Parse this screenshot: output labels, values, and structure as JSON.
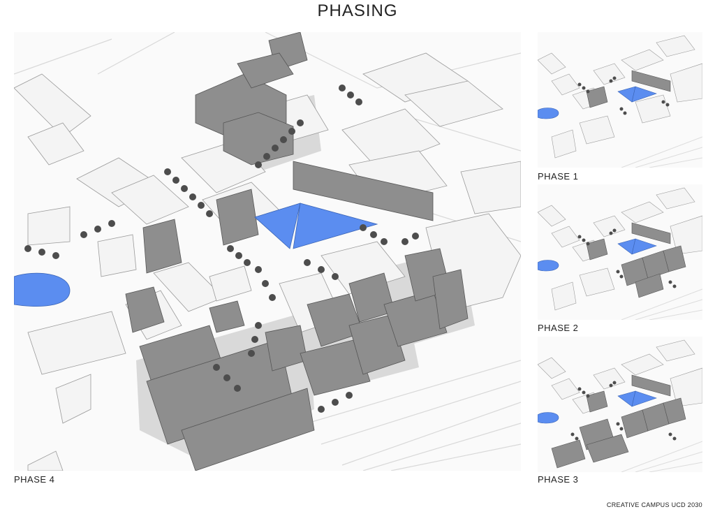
{
  "page": {
    "title": "PHASING",
    "footer": "CREATIVE CAMPUS UCD 2030"
  },
  "phases": [
    {
      "label": "PHASE 4"
    },
    {
      "label": "PHASE 1"
    },
    {
      "label": "PHASE 2"
    },
    {
      "label": "PHASE 3"
    }
  ],
  "colors": {
    "water": "#5b8df0",
    "building_grey": "#8c8c8c",
    "building_grey_dark": "#6e6e6e",
    "building_white": "#f3f3f3",
    "shadow": "#d4d4d4",
    "tree": "#4d4d4d"
  }
}
